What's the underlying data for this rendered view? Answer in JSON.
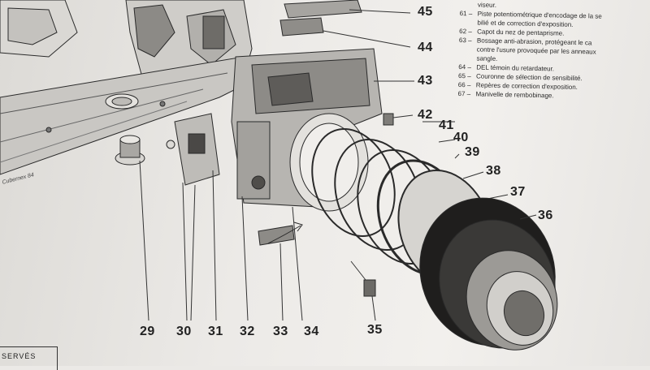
{
  "legend": {
    "line0": "viseur.",
    "items": [
      {
        "num": "61 –",
        "text": "Piste potentiométrique d'encodage de la se",
        "cont": "bilié et de correction d'exposition."
      },
      {
        "num": "62 –",
        "text": "Capot du nez de pentaprisme.",
        "cont": ""
      },
      {
        "num": "63 –",
        "text": "Bossage anti-abrasion, protégeant le ca",
        "cont": "contre l'usure provoquée par les anneaux",
        "cont2": "sangle."
      },
      {
        "num": "64 –",
        "text": "DEL témoin du retardateur.",
        "cont": ""
      },
      {
        "num": "65 –",
        "text": "Couronne de sélection de sensibilité.",
        "cont": ""
      },
      {
        "num": "66 –",
        "text": "Repères de correction d'exposition.",
        "cont": ""
      },
      {
        "num": "67 –",
        "text": "Manivelle de rembobinage.",
        "cont": ""
      }
    ]
  },
  "callouts": {
    "n45": "45",
    "n44": "44",
    "n43": "43",
    "n42": "42",
    "n41": "41",
    "n40": "40",
    "n39": "39",
    "n38": "38",
    "n37": "37",
    "n36": "36",
    "n29": "29",
    "n30": "30",
    "n31": "31",
    "n32": "32",
    "n33": "33",
    "n34": "34",
    "n35": "35"
  },
  "signature": "Cubernex 84",
  "footer": {
    "corner_text": "SERVÉS"
  }
}
